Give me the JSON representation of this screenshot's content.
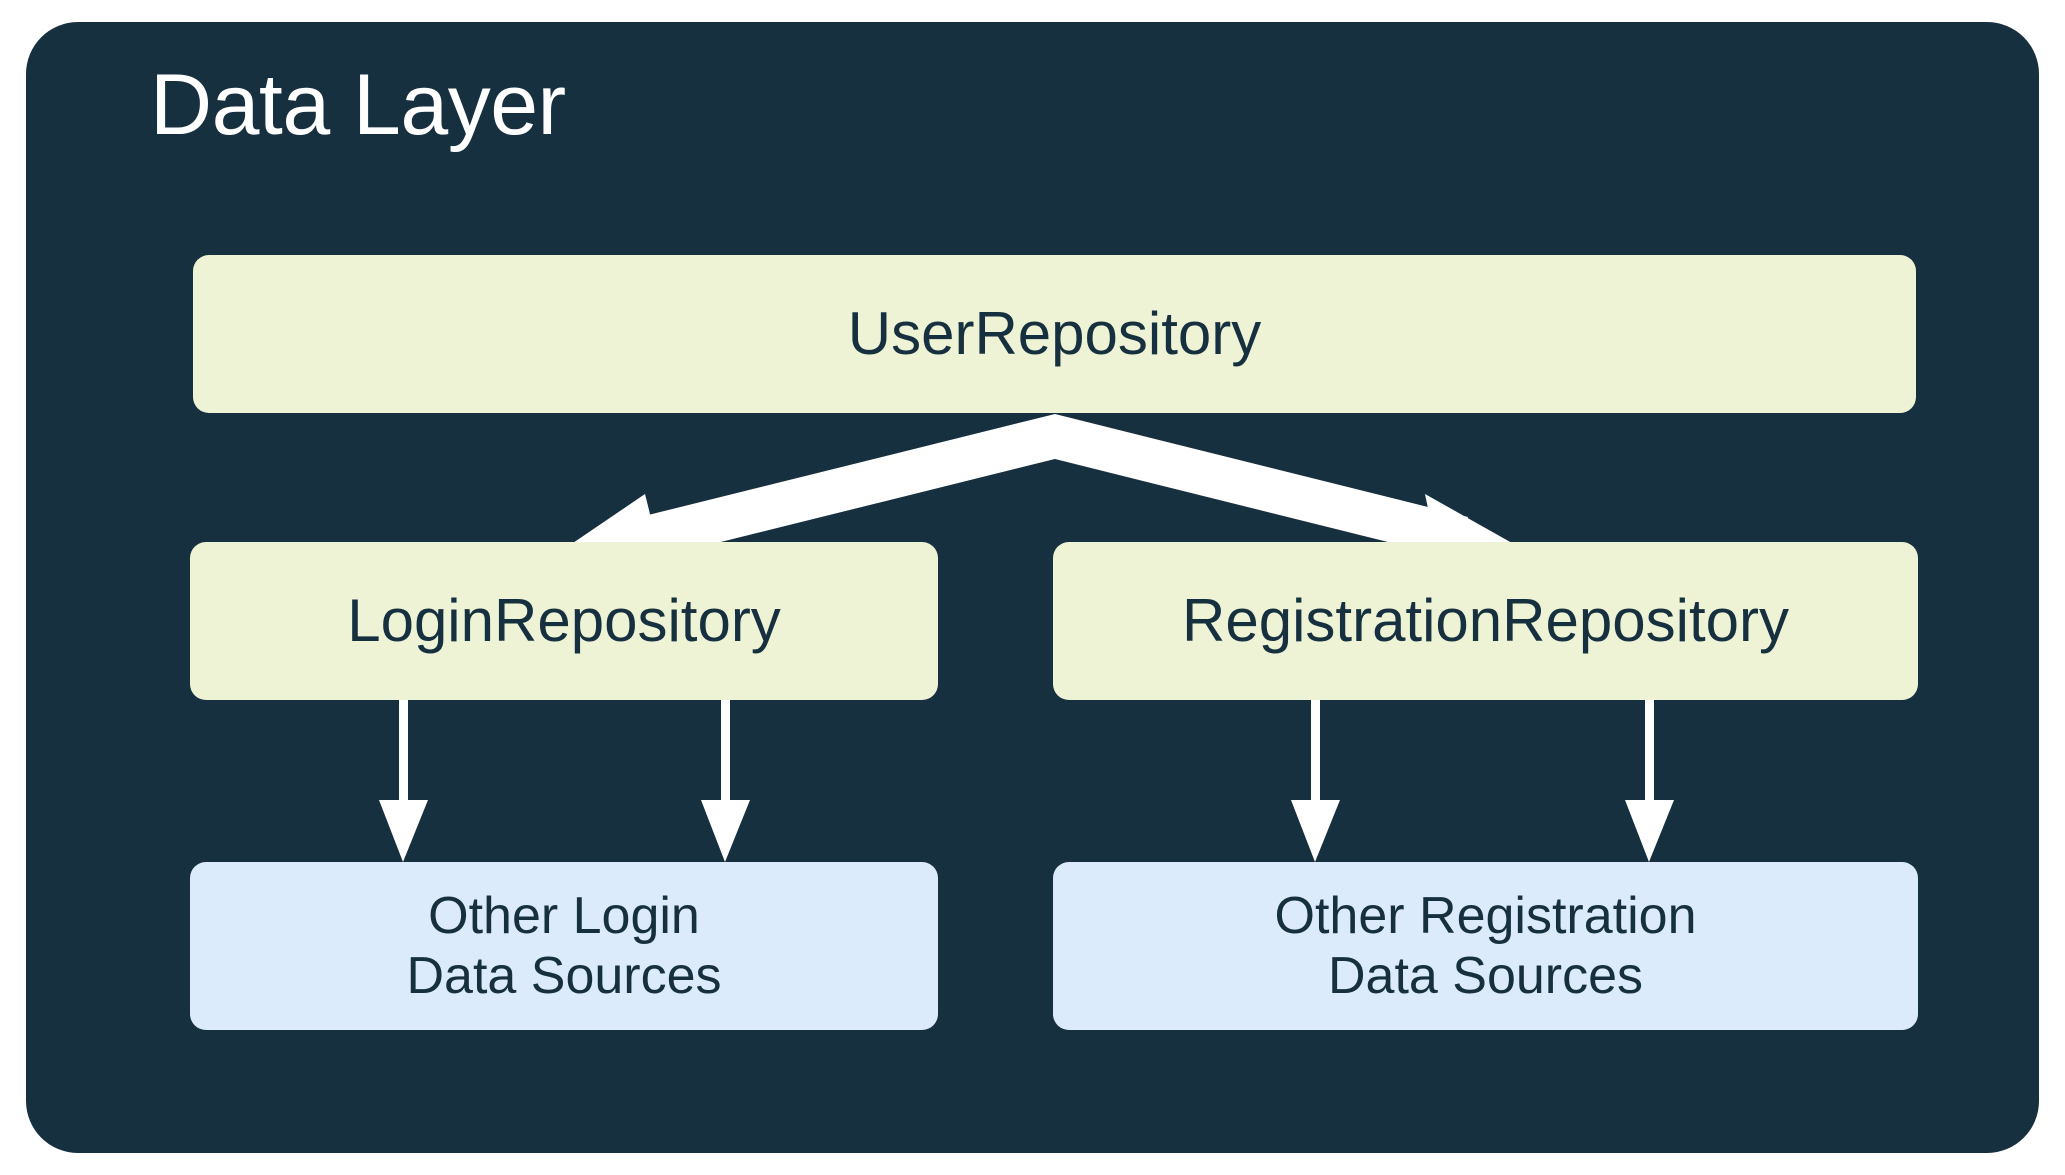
{
  "diagram": {
    "title": "Data Layer",
    "background_color": "#17303f",
    "canvas_color": "#ffffff",
    "repository_color": "#eef3d5",
    "data_source_color": "#dcebfb",
    "text_color": "#17303f",
    "title_color": "#ffffff",
    "arrow_color": "#ffffff",
    "type": "hierarchy"
  },
  "nodes": {
    "user_repository": {
      "label": "UserRepository",
      "kind": "repository"
    },
    "login_repository": {
      "label": "LoginRepository",
      "kind": "repository"
    },
    "registration_repository": {
      "label": "RegistrationRepository",
      "kind": "repository"
    },
    "other_login_sources": {
      "label": "Other Login\nData Sources",
      "kind": "data-source"
    },
    "other_registration_sources": {
      "label": "Other Registration\nData Sources",
      "kind": "data-source"
    }
  },
  "edges": [
    {
      "from": "UserRepository",
      "to": "LoginRepository",
      "style": "diagonal-arrow"
    },
    {
      "from": "UserRepository",
      "to": "RegistrationRepository",
      "style": "diagonal-arrow"
    },
    {
      "from": "LoginRepository",
      "to": "Other Login Data Sources",
      "style": "vertical-arrow"
    },
    {
      "from": "LoginRepository",
      "to": "Other Login Data Sources",
      "style": "vertical-arrow"
    },
    {
      "from": "RegistrationRepository",
      "to": "Other Registration Data Sources",
      "style": "vertical-arrow"
    },
    {
      "from": "RegistrationRepository",
      "to": "Other Registration Data Sources",
      "style": "vertical-arrow"
    }
  ]
}
